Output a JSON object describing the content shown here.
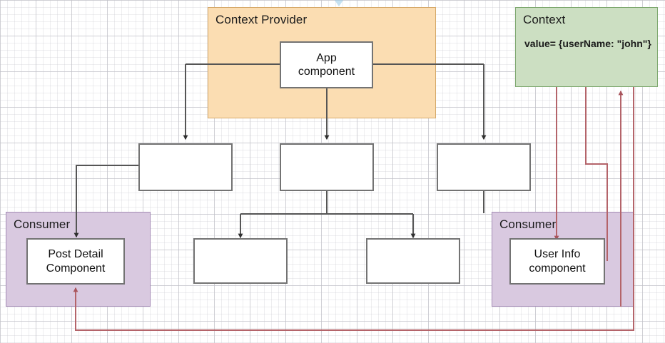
{
  "diagram": {
    "title_hint": "React Context Provider / Consumer component tree",
    "colors": {
      "provider_fill": "#fbddb2",
      "provider_stroke": "#d6a96a",
      "context_fill": "#ccdfc2",
      "context_stroke": "#7ea86f",
      "consumer_fill": "#d9c9e0",
      "consumer_stroke": "#a48bb5",
      "node_fill": "#ffffff",
      "node_stroke": "#737373",
      "tree_edge": "#555555",
      "context_edge": "#b4646a"
    },
    "groups": [
      {
        "id": "context-provider",
        "label": "Context Provider",
        "sublabel": ""
      },
      {
        "id": "context",
        "label": "Context",
        "sublabel": "value= {userName: \"john\"}"
      },
      {
        "id": "consumer-left",
        "label": "Consumer",
        "sublabel": ""
      },
      {
        "id": "consumer-right",
        "label": "Consumer",
        "sublabel": ""
      }
    ],
    "nodes": [
      {
        "id": "app",
        "label": "App\ncomponent"
      },
      {
        "id": "child-left",
        "label": ""
      },
      {
        "id": "child-middle",
        "label": ""
      },
      {
        "id": "child-right",
        "label": ""
      },
      {
        "id": "grandchild-left",
        "label": ""
      },
      {
        "id": "grandchild-right",
        "label": ""
      },
      {
        "id": "post-detail",
        "label": "Post Detail\nComponent"
      },
      {
        "id": "user-info",
        "label": "User Info\ncomponent"
      }
    ],
    "edges": [
      {
        "from": "app",
        "to": "child-left",
        "kind": "tree"
      },
      {
        "from": "app",
        "to": "child-middle",
        "kind": "tree"
      },
      {
        "from": "app",
        "to": "child-right",
        "kind": "tree"
      },
      {
        "from": "child-left",
        "to": "post-detail",
        "kind": "tree"
      },
      {
        "from": "child-middle",
        "to": "grandchild-left",
        "kind": "tree"
      },
      {
        "from": "child-middle",
        "to": "grandchild-right",
        "kind": "tree"
      },
      {
        "from": "child-right",
        "to": "consumer-right",
        "kind": "tree"
      },
      {
        "from": "context",
        "to": "user-info",
        "kind": "context"
      },
      {
        "from": "user-info",
        "to": "context",
        "kind": "context"
      },
      {
        "from": "context",
        "to": "post-detail",
        "kind": "context"
      }
    ]
  }
}
